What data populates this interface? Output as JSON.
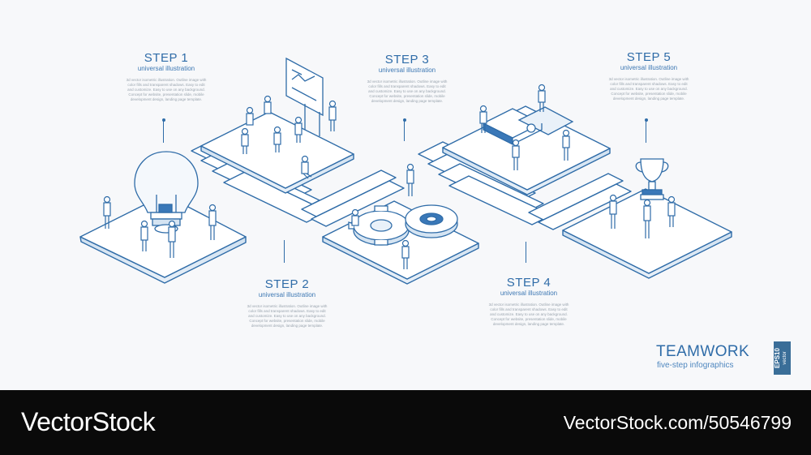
{
  "steps": [
    {
      "title": "STEP 1",
      "subtitle": "universal illustration",
      "desc": "3d vector isometric illustration. Outline image with color fills and transparent shadows. Easy to edit and customize. Easy to use on any background. Concept for website, presentation slide, mobile development design, landing page template."
    },
    {
      "title": "STEP 2",
      "subtitle": "universal illustration",
      "desc": "3d vector isometric illustration. Outline image with color fills and transparent shadows. Easy to edit and customize. Easy to use on any background. Concept for website, presentation slide, mobile development design, landing page template."
    },
    {
      "title": "STEP 3",
      "subtitle": "universal illustration",
      "desc": "3d vector isometric illustration. Outline image with color fills and transparent shadows. Easy to edit and customize. Easy to use on any background. Concept for website, presentation slide, mobile development design, landing page template."
    },
    {
      "title": "STEP 4",
      "subtitle": "universal illustration",
      "desc": "3d vector isometric illustration. Outline image with color fills and transparent shadows. Easy to edit and customize. Easy to use on any background. Concept for website, presentation slide, mobile development design, landing page template."
    },
    {
      "title": "STEP 5",
      "subtitle": "universal illustration",
      "desc": "3d vector isometric illustration. Outline image with color fills and transparent shadows. Easy to edit and customize. Easy to use on any background. Concept for website, presentation slide, mobile development design, landing page template."
    }
  ],
  "headline": {
    "title": "TEAMWORK",
    "subtitle": "five-step infographics"
  },
  "badge": {
    "format": "EPS10",
    "kind": "vector"
  },
  "footer": {
    "brand": "VectorStock",
    "image_id": "VectorStock.com/50546799"
  },
  "colors": {
    "accent": "#2f6ca8",
    "badge": "#3a6e98",
    "footer": "#0a0a0a"
  }
}
